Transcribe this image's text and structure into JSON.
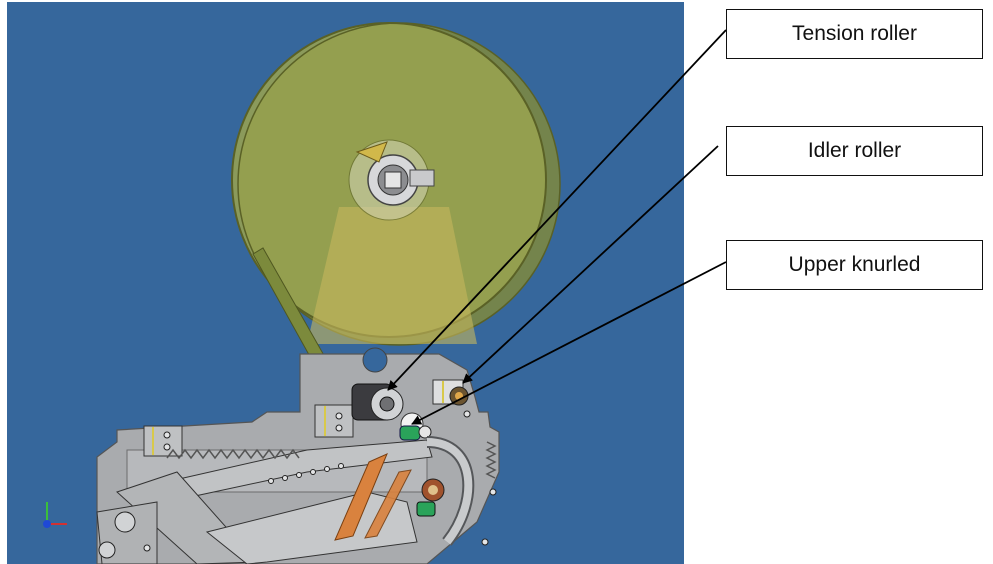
{
  "callouts": [
    {
      "label": "Tension roller"
    },
    {
      "label": "Idler roller"
    },
    {
      "label": "Upper knurled"
    }
  ],
  "colors": {
    "viewport_background": "#36679c",
    "reel": "#8f9a4c",
    "metal_plate": "#a7a9ac",
    "accent_orange": "#d9823e",
    "leader_line": "#000000"
  }
}
